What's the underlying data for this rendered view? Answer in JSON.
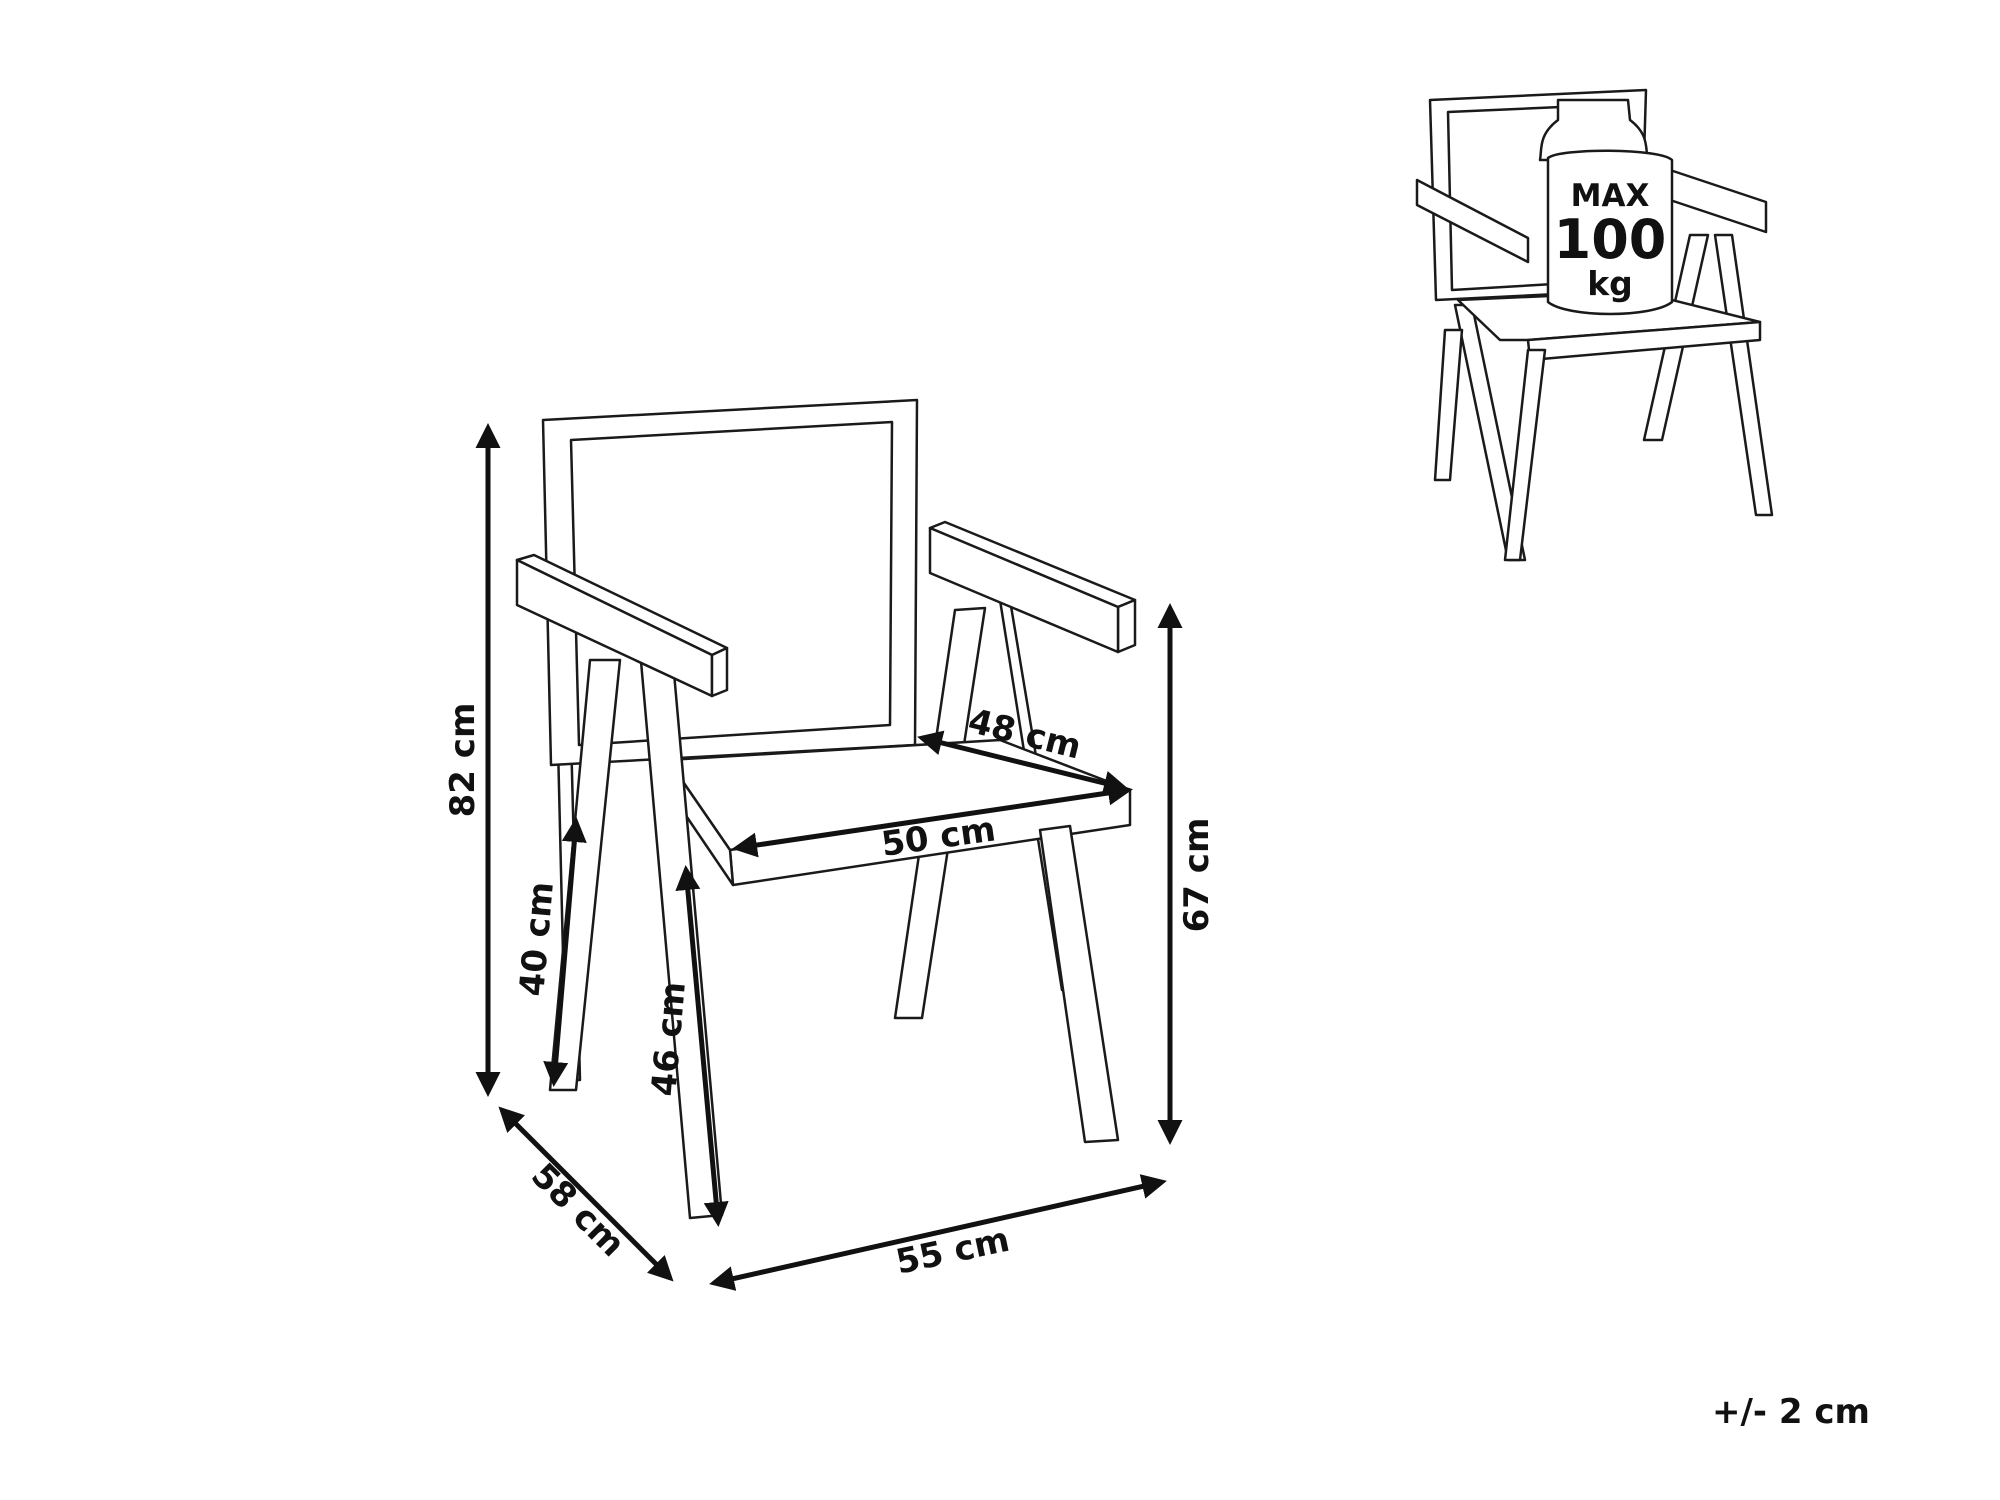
{
  "dimensions": {
    "height_total": "82 cm",
    "armrest_height": "67 cm",
    "seat_height_front": "40 cm",
    "seat_height_side": "46 cm",
    "seat_depth": "48 cm",
    "seat_width": "50 cm",
    "depth": "58 cm",
    "width": "55 cm"
  },
  "weight_badge": {
    "line1": "MAX",
    "line2": "100",
    "line3": "kg"
  },
  "tolerance": "+/- 2 cm"
}
